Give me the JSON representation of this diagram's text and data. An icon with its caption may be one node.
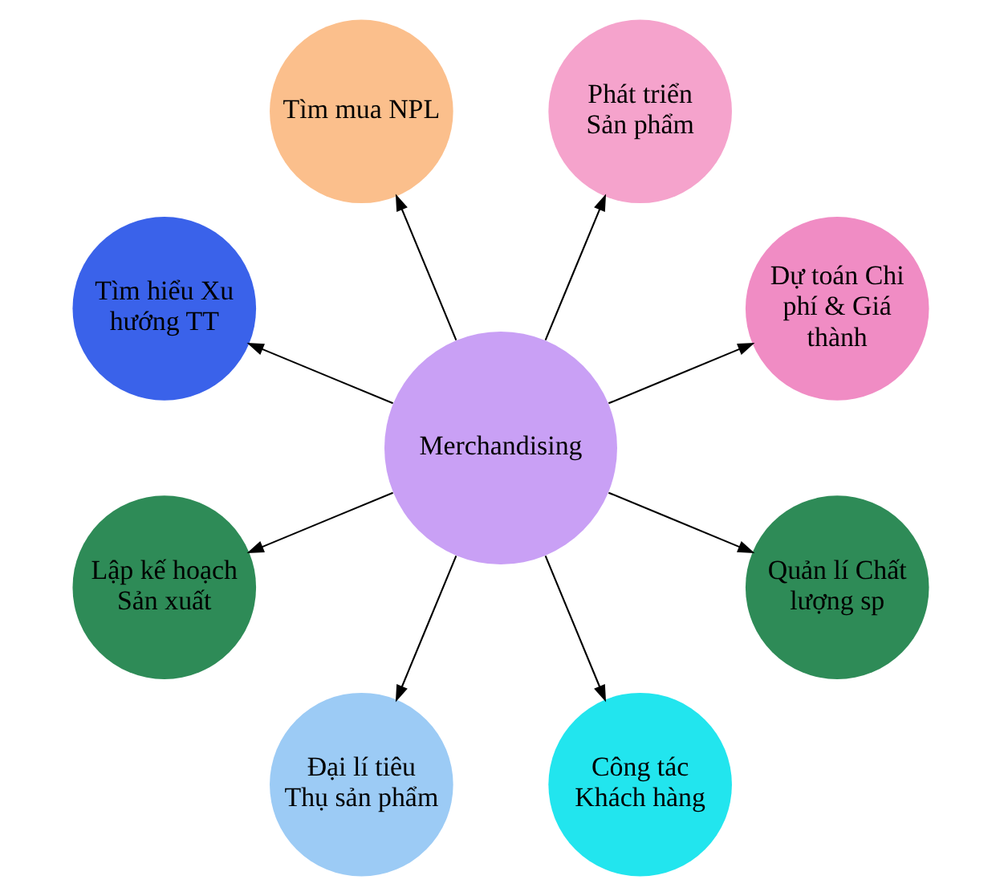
{
  "diagram": {
    "nodes": [
      {
        "text": [
          "Merchandising"
        ]
      },
      {
        "text": [
          "Dự toán Chi phí & Giá thành"
        ]
      },
      {
        "text": [
          "Phát triển Sản phẩm"
        ]
      },
      {
        "text": [
          "Tìm mua NPL"
        ]
      },
      {
        "text": [
          "Tìm hiểu Xu hướng TT"
        ]
      },
      {
        "text": [
          "Lập kế hoạch Sản xuất"
        ]
      },
      {
        "text": [
          "Đại lí tiêu Thụ sản phẩm"
        ]
      },
      {
        "text": [
          "Công tác Khách hàng"
        ]
      },
      {
        "text": [
          "Quản lí Chất lượng sp"
        ]
      }
    ],
    "edges": [
      {
        "from": 0,
        "to": 1,
        "arrow": "to"
      },
      {
        "from": 0,
        "to": 3,
        "arrow": "to"
      },
      {
        "from": 0,
        "to": 5,
        "arrow": "to"
      },
      {
        "from": 0,
        "to": 7,
        "arrow": "to"
      },
      {
        "from": 0,
        "to": 8,
        "arrow": "to"
      },
      {
        "from": 0,
        "to": 6,
        "arrow": "to"
      },
      {
        "from": 0,
        "to": 4,
        "arrow": "to"
      },
      {
        "from": 0,
        "to": 2,
        "arrow": "to"
      }
    ]
  }
}
